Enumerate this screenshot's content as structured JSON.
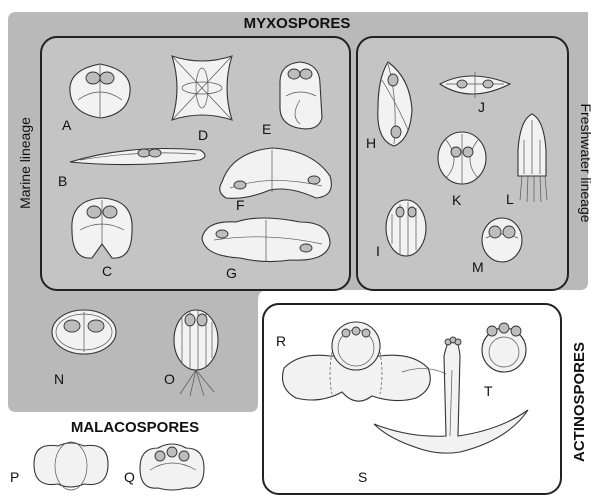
{
  "groups": {
    "myxospores": "MYXOSPORES",
    "malacospores": "MALACOSPORES",
    "actinospores": "ACTINOSPORES"
  },
  "lineages": {
    "marine": "Marine lineage",
    "freshwater": "Freshwater lineage"
  },
  "specimens": {
    "A": "A",
    "B": "B",
    "C": "C",
    "D": "D",
    "E": "E",
    "F": "F",
    "G": "G",
    "H": "H",
    "I": "I",
    "J": "J",
    "K": "K",
    "L": "L",
    "M": "M",
    "N": "N",
    "O": "O",
    "P": "P",
    "Q": "Q",
    "R": "R",
    "S": "S",
    "T": "T"
  },
  "colors": {
    "myxo_background": "#b9b9b9",
    "box_fill": "#c4c4c4",
    "outline": "#222222",
    "spore_fill": "#f2f2f2"
  }
}
